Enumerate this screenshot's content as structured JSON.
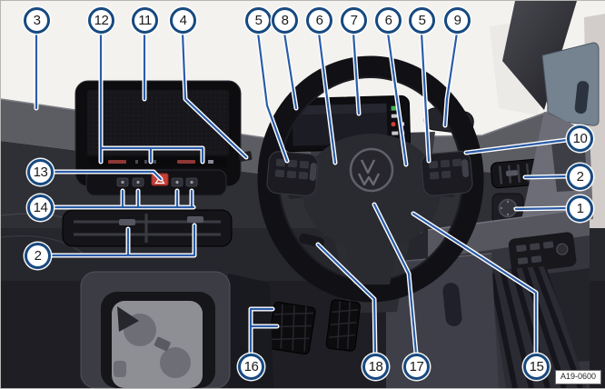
{
  "figure": {
    "code": "A19-0600"
  },
  "colors": {
    "callout_ring_blue": "#17497f",
    "callout_line_blue": "#2b5ca8",
    "hazard_button_red": "#c63f36",
    "cluster_indicator_green": "#3fae5a",
    "cluster_indicator_red": "#d04038",
    "mirror_housing_blue_gray": "#75828f"
  },
  "callouts": [
    {
      "label": "3"
    },
    {
      "label": "12"
    },
    {
      "label": "11"
    },
    {
      "label": "4"
    },
    {
      "label": "5"
    },
    {
      "label": "8"
    },
    {
      "label": "6"
    },
    {
      "label": "7"
    },
    {
      "label": "6"
    },
    {
      "label": "5"
    },
    {
      "label": "9"
    },
    {
      "label": "13"
    },
    {
      "label": "14"
    },
    {
      "label": "2"
    },
    {
      "label": "10"
    },
    {
      "label": "2"
    },
    {
      "label": "1"
    },
    {
      "label": "16"
    },
    {
      "label": "18"
    },
    {
      "label": "17"
    },
    {
      "label": "15"
    }
  ]
}
